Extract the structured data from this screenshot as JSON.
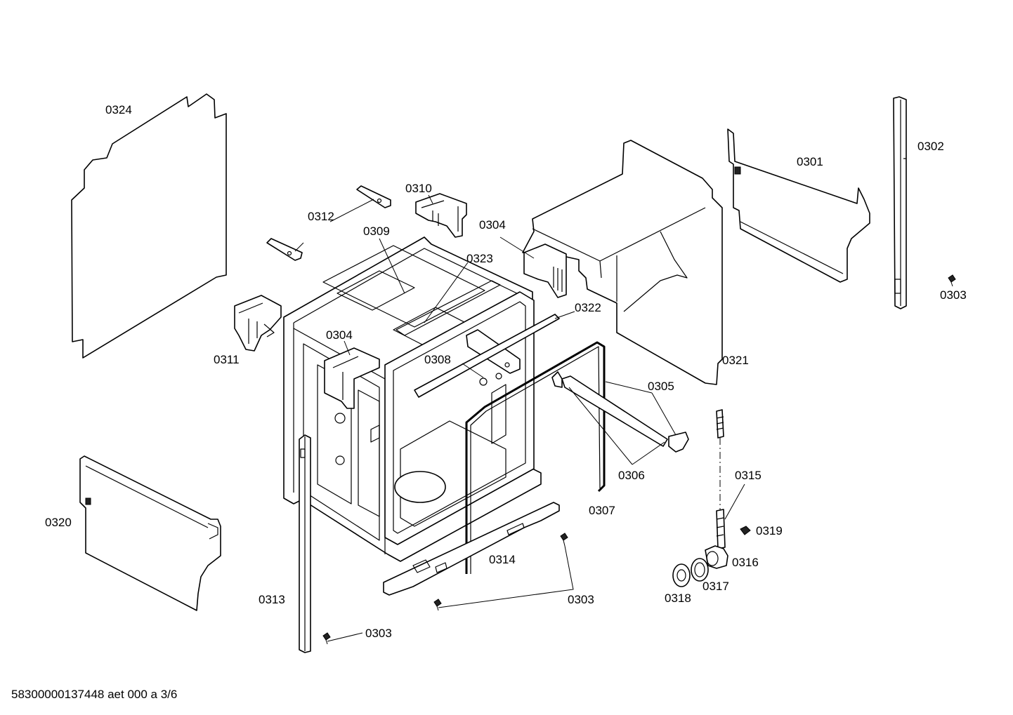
{
  "labels": {
    "l0324": "0324",
    "l0312": "0312",
    "l0310": "0310",
    "l0309": "0309",
    "l0304a": "0304",
    "l0304b": "0304",
    "l0323": "0323",
    "l0301": "0301",
    "l0302": "0302",
    "l0303a": "0303",
    "l0303b": "0303",
    "l0303c": "0303",
    "l0322": "0322",
    "l0311": "0311",
    "l0308": "0308",
    "l0321": "0321",
    "l0305": "0305",
    "l0306": "0306",
    "l0307": "0307",
    "l0315": "0315",
    "l0319": "0319",
    "l0316": "0316",
    "l0317": "0317",
    "l0318": "0318",
    "l0320": "0320",
    "l0314": "0314",
    "l0313": "0313"
  },
  "footer": {
    "code": "58300000137448 aet 000 a 3/6"
  }
}
